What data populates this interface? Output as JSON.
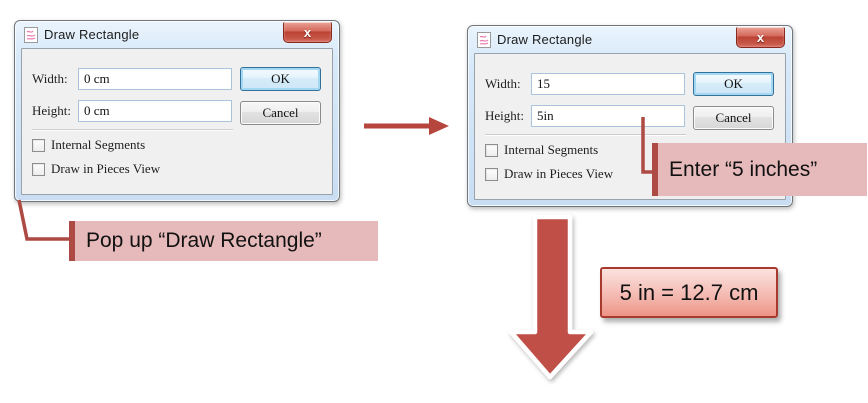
{
  "dialogs": [
    {
      "title": "Draw Rectangle",
      "fields": {
        "width_label": "Width:",
        "width_value": "0 cm",
        "height_label": "Height:",
        "height_value": "0 cm"
      },
      "buttons": {
        "ok": "OK",
        "cancel": "Cancel"
      },
      "checkboxes": [
        {
          "label": "Internal Segments",
          "checked": false
        },
        {
          "label": "Draw in Pieces View",
          "checked": false
        }
      ]
    },
    {
      "title": "Draw Rectangle",
      "fields": {
        "width_label": "Width:",
        "width_value": "15",
        "height_label": "Height:",
        "height_value": "5in"
      },
      "buttons": {
        "ok": "OK",
        "cancel": "Cancel"
      },
      "checkboxes": [
        {
          "label": "Internal Segments",
          "checked": false
        },
        {
          "label": "Draw in Pieces View",
          "checked": false
        }
      ]
    }
  ],
  "annotations": {
    "popup_label": "Pop up “Draw Rectangle”",
    "enter_label": "Enter “5 inches”",
    "conversion_label": "5 in = 12.7 cm"
  },
  "icons": {
    "close_icon": "x",
    "document_icon": "page-with-pink-drawing"
  },
  "colors": {
    "annotation_fill": "#e6baba",
    "annotation_bar": "#ad4a44",
    "arrow_red": "#bf4f47",
    "conversion_border": "#a8392f",
    "titlebar_blue": "#cde2f5",
    "close_button_red": "#c25141"
  }
}
